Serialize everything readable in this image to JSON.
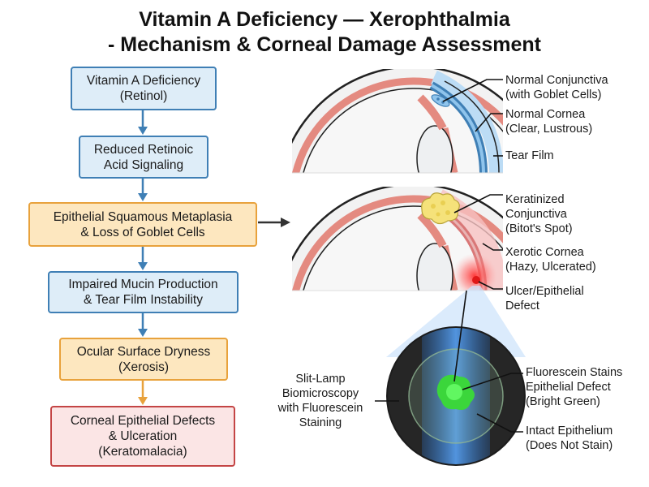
{
  "title": {
    "line1": "Vitamin A Deficiency — Xerophthalmia",
    "line2": "- Mechanism & Corneal Damage Assessment"
  },
  "flowchart": [
    {
      "lines": [
        "Vitamin A Deficiency",
        "(Retinol)"
      ],
      "style": "blue"
    },
    {
      "lines": [
        "Reduced Retinoic",
        "Acid Signaling"
      ],
      "style": "blue"
    },
    {
      "lines": [
        "Epithelial Squamous Metaplasia",
        "& Loss of Goblet Cells"
      ],
      "style": "orange"
    },
    {
      "lines": [
        "Impaired Mucin Production",
        "& Tear Film Instability"
      ],
      "style": "blue"
    },
    {
      "lines": [
        "Ocular Surface Dryness",
        "(Xerosis)"
      ],
      "style": "orange"
    },
    {
      "lines": [
        "Corneal Epithelial Defects",
        "& Ulceration",
        "(Keratomalacia)"
      ],
      "style": "red"
    }
  ],
  "normal_eye_labels": [
    {
      "lines": [
        "Normal Conjunctiva",
        "(with Goblet Cells)"
      ]
    },
    {
      "lines": [
        "Normal Cornea",
        "(Clear, Lustrous)"
      ]
    },
    {
      "lines": [
        "Tear Film"
      ]
    }
  ],
  "damaged_eye_labels": [
    {
      "lines": [
        "Keratinized",
        "Conjunctiva",
        "(Bitot's Spot)"
      ]
    },
    {
      "lines": [
        "Xerotic Cornea",
        "(Hazy, Ulcerated)"
      ]
    },
    {
      "lines": [
        "Ulcer/Epithelial",
        "Defect"
      ]
    }
  ],
  "slit_lamp": {
    "label": [
      "Slit-Lamp",
      "Biomicroscopy",
      "with Fluorescein",
      "Staining"
    ],
    "stain_label": [
      "Fluorescein Stains",
      "Epithelial Defect",
      "(Bright Green)"
    ],
    "intact_label": [
      "Intact Epithelium",
      "(Does Not Stain)"
    ]
  },
  "colors": {
    "blue_border": "#3f7fb5",
    "blue_fill": "#deedf8",
    "orange_border": "#e8a23c",
    "orange_fill": "#fde7bf",
    "red_border": "#c44545",
    "red_fill": "#fbe5e5",
    "fluorescein": "#3bd63b"
  }
}
